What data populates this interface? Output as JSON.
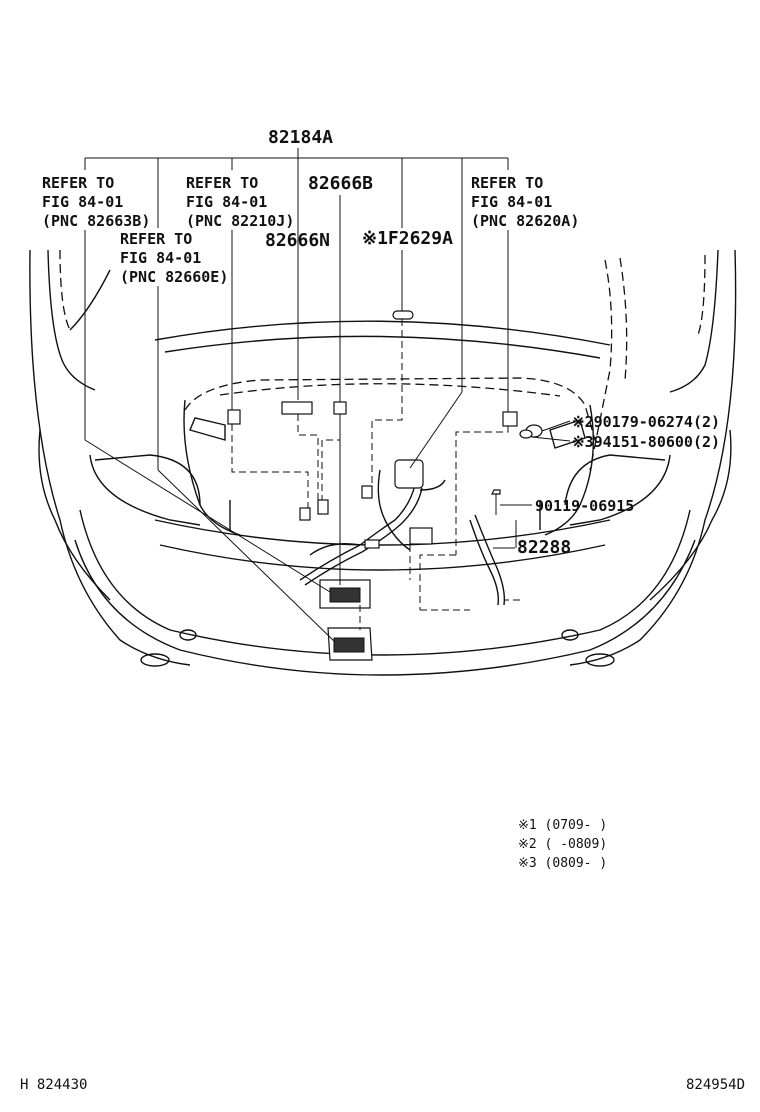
{
  "diagram": {
    "main_part": "82184A",
    "labels": {
      "refer_a": [
        "REFER TO",
        "FIG 84-01",
        "(PNC 82663B)"
      ],
      "refer_b": [
        "REFER TO",
        "FIG 84-01",
        "(PNC 82210J)"
      ],
      "refer_c": [
        "REFER TO",
        "FIG 84-01",
        "(PNC 82660E)"
      ],
      "refer_d": [
        "REFER TO",
        "FIG 84-01",
        "(PNC 82620A)"
      ],
      "part_82666b": "82666B",
      "part_82666n": "82666N",
      "part_f2629a": "※1F2629A",
      "part_clip1": "※290179-06274(2)",
      "part_clip2": "※394151-80600(2)",
      "part_bolt": "90119-06915",
      "part_82288": "82288"
    },
    "notes": [
      "※1  (0709-      )",
      "※2  (      -0809)",
      "※3  (0809-      )"
    ],
    "footer_left": "H  824430",
    "footer_right": "824954D"
  }
}
